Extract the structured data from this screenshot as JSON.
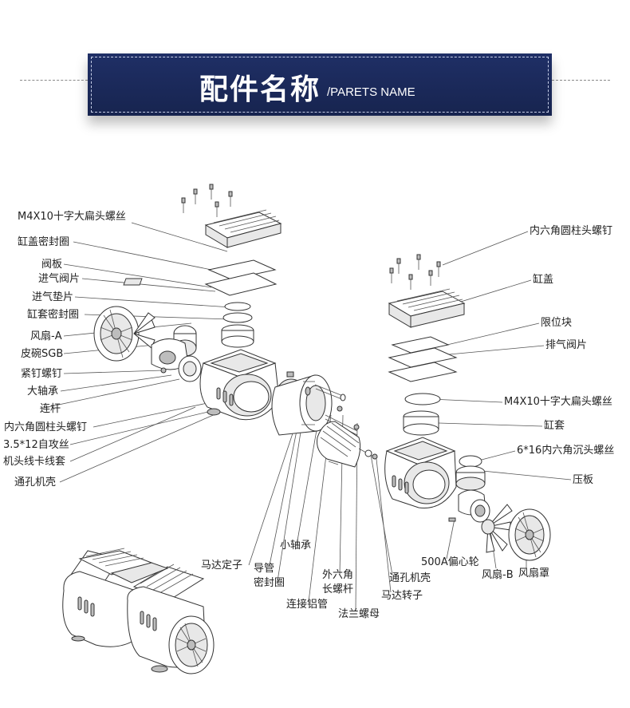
{
  "header": {
    "title_cn": "配件名称",
    "title_en": "/PARETS NAME"
  },
  "labels": {
    "m4x10_left": "M4X10十字大扁头螺丝",
    "cylinder_cover_seal": "缸盖密封圈",
    "valve_plate": "阀板",
    "intake_valve": "进气阀片",
    "intake_gasket": "进气垫片",
    "sleeve_seal": "缸套密封圈",
    "fan_a": "风扇-A",
    "cup_sgb": "皮碗SGB",
    "set_screw": "紧钉螺钉",
    "big_bearing": "大轴承",
    "connecting_rod": "连杆",
    "hex_socket_screw_left": "内六角圆柱头螺钉",
    "tapping_screw": "3.5*12自攻丝",
    "cable_clip": "机头线卡线套",
    "vented_housing_left": "通孔机壳",
    "motor_stator": "马达定子",
    "guide_tube": "导管",
    "seal_ring": "密封圈",
    "small_bearing": "小轴承",
    "aluminum_tube": "连接铝管",
    "hex_long_bolt_1": "外六角",
    "hex_long_bolt_2": "长螺杆",
    "flange_nut": "法兰螺母",
    "vented_housing_right": "通孔机壳",
    "motor_rotor": "马达转子",
    "eccentric_wheel": "500A偏心轮",
    "fan_b": "风扇-B",
    "fan_cover": "风扇罩",
    "hex_socket_screw_right": "内六角圆柱头螺钉",
    "cylinder_cover": "缸盖",
    "limit_block": "限位块",
    "exhaust_valve": "排气阀片",
    "m4x10_right": "M4X10十字大扁头螺丝",
    "cylinder_sleeve": "缸套",
    "countersunk_screw": "6*16内六角沉头螺丝",
    "press_plate": "压板"
  }
}
